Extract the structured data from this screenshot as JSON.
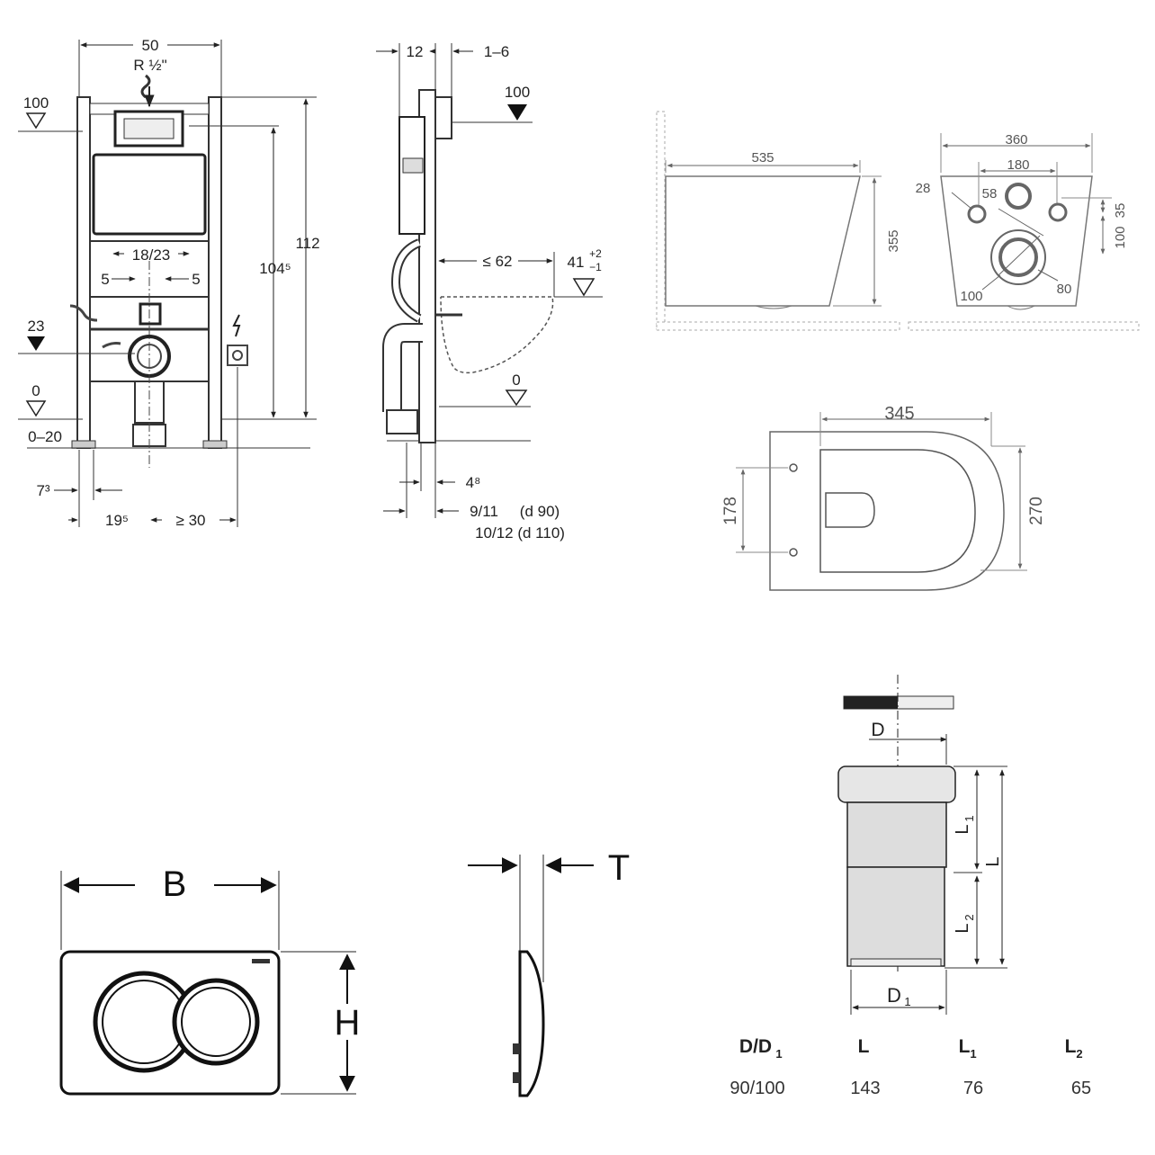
{
  "frame_front": {
    "width": "50",
    "connection": "R ½\"",
    "level_top": "100",
    "height_total": "112",
    "height_inner": "104⁵",
    "flush_spacing": "18/23",
    "offset_left": "5",
    "offset_right": "5",
    "level_drain": "23",
    "level_zero": "0",
    "floor_range": "0–20",
    "foot_offset": "7³",
    "center_offset": "19⁵",
    "min_side": "≥ 30"
  },
  "frame_side": {
    "depth": "12",
    "adjust": "1–6",
    "level_top": "100",
    "bowl_reach": "≤ 62",
    "seat_height": "41",
    "seat_tol_plus": "+2",
    "seat_tol_minus": "−1",
    "level_zero": "0",
    "wall_gap": "4⁸",
    "pipe_offset_1": "9/11",
    "pipe_diam_1": "(d 90)",
    "pipe_offset_2": "10/12 (d 110)"
  },
  "bowl_side": {
    "length": "535",
    "height": "355"
  },
  "bowl_back": {
    "width": "360",
    "hole_spacing": "180",
    "hole_left": "28",
    "inlet": "58",
    "offset_right_top": "35",
    "offset_right": "100",
    "outlet_left": "100",
    "outlet_right": "80"
  },
  "bowl_top": {
    "seat_depth": "345",
    "hole_spacing": "178",
    "width": "270"
  },
  "flush_plate": {
    "width_label": "B",
    "height_label": "H",
    "thickness_label": "T"
  },
  "pipe": {
    "label_d": "D",
    "label_d1": "D",
    "label_d1_sub": "1",
    "label_l": "L",
    "label_l1": "L",
    "label_l1_sub": "1",
    "label_l2": "L",
    "label_l2_sub": "2",
    "table": {
      "headers": [
        {
          "main": "D/D",
          "sub": "1"
        },
        {
          "main": "L",
          "sub": ""
        },
        {
          "main": "L",
          "sub": "1"
        },
        {
          "main": "L",
          "sub": "2"
        }
      ],
      "values": [
        "90/100",
        "143",
        "76",
        "65"
      ]
    }
  }
}
